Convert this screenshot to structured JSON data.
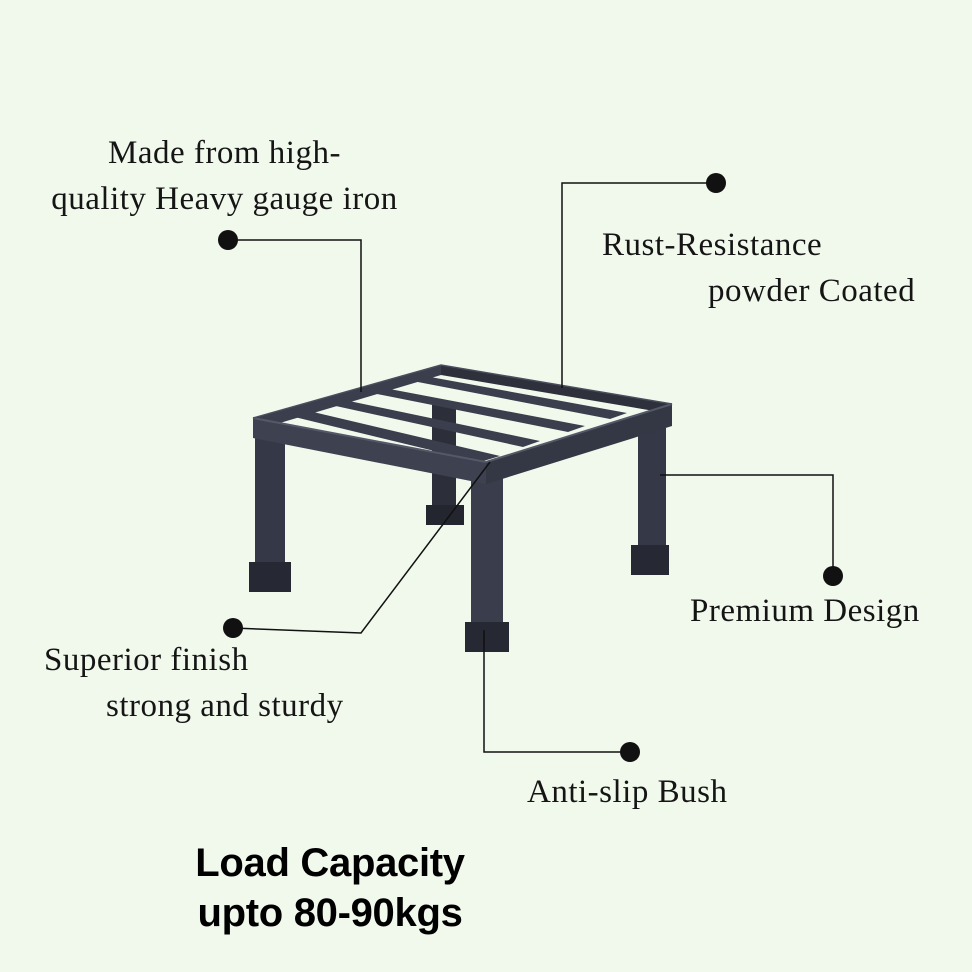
{
  "callouts": {
    "material": {
      "lines": [
        "Made from high-",
        "quality Heavy gauge iron"
      ]
    },
    "rust": {
      "lines": [
        "Rust-Resistance",
        "powder Coated"
      ]
    },
    "design": {
      "lines": [
        "Premium Design"
      ]
    },
    "finish": {
      "lines": [
        "Superior finish",
        "strong and sturdy"
      ]
    },
    "bush": {
      "lines": [
        "Anti-slip Bush"
      ]
    }
  },
  "capacity": {
    "lines": [
      "Load Capacity",
      "upto 80-90kgs"
    ]
  },
  "colors": {
    "background": "#f1f8ec",
    "stand": "#3b3e4c",
    "stand_shadow": "#23252f",
    "leader": "#111111"
  }
}
